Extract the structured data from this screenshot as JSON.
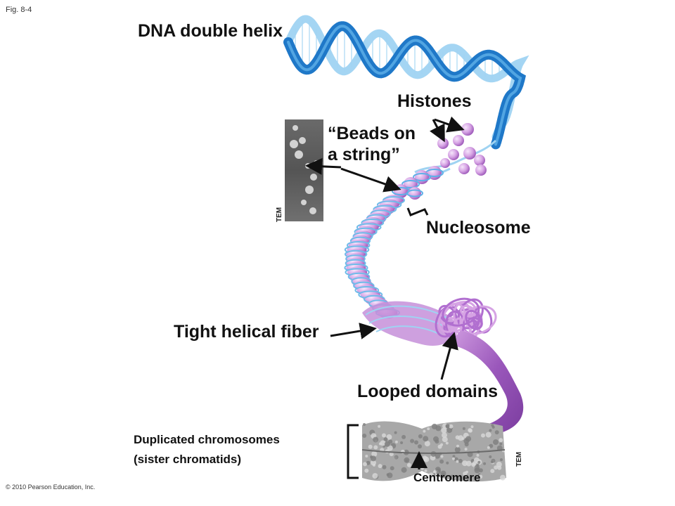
{
  "figure": {
    "fig_number": "Fig. 8-4",
    "copyright": "© 2010 Pearson Education, Inc."
  },
  "labels": {
    "dna_helix": "DNA double helix",
    "histones": "Histones",
    "beads_line1": "“Beads on",
    "beads_line2": "a string”",
    "nucleosome": "Nucleosome",
    "tight_fiber": "Tight helical fiber",
    "looped_domains": "Looped domains",
    "dup_line1": "Duplicated chromosomes",
    "dup_line2": "(sister chromatids)",
    "centromere": "Centromere",
    "tem_top": "TEM",
    "tem_bottom": "TEM"
  },
  "colors": {
    "dna_dark": "#1f78c8",
    "dna_light": "#9fd3f2",
    "bead": "#d9a6e6",
    "bead_dark": "#a45dbd",
    "fiber": "#b774cf",
    "chromosome": "#a8a8a8"
  }
}
